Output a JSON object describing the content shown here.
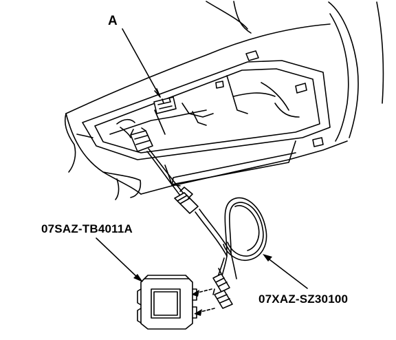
{
  "labels": {
    "callout_a": "A",
    "module_part_number": "07SAZ-TB4011A",
    "harness_part_number": "07XAZ-SZ30100"
  },
  "colors": {
    "line": "#000000",
    "background": "#ffffff"
  }
}
